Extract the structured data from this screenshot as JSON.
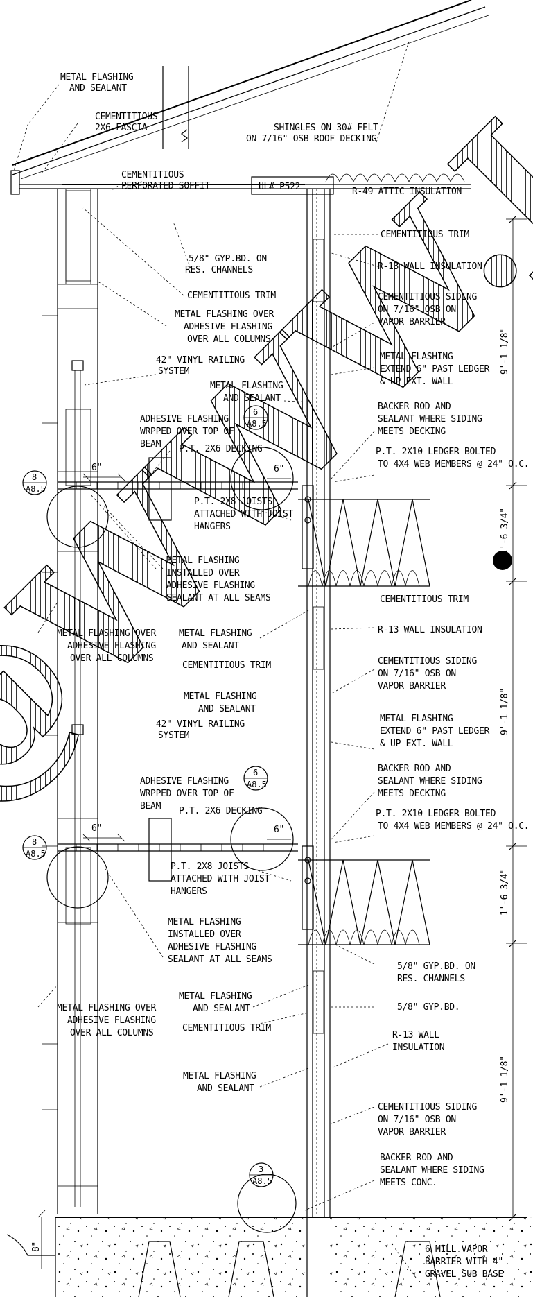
{
  "labels": {
    "metal_flashing_sealant_top_1": "METAL FLASHING",
    "metal_flashing_sealant_top_2": "AND SEALANT",
    "fascia_1": "CEMENTITIOUS",
    "fascia_2": "2X6 FASCIA",
    "shingles_1": "SHINGLES ON 30# FELT",
    "shingles_2": "ON 7/16\" OSB ROOF DECKING",
    "soffit_1": "CEMENTITIOUS",
    "soffit_2": "PERFORATED SOFFIT",
    "ul": "UL# P522",
    "attic": "R-49 ATTIC INSULATION",
    "trim_top": "CEMENTITIOUS TRIM",
    "gyp_res_1": "5/8\" GYP.BD. ON",
    "gyp_res_2": "RES. CHANNELS",
    "r13_top": "R-13 WALL INSULATION",
    "trim_col": "CEMENTITIOUS TRIM",
    "siding_1a": "CEMENTITIOUS SIDING",
    "siding_1b": "ON 7/16\" OSB ON",
    "siding_1c": "VAPOR BARRIER",
    "mf_over_cols_1a": "METAL FLASHING OVER",
    "mf_over_cols_1b": "ADHESIVE FLASHING",
    "mf_over_cols_1c": "OVER ALL COLUMNS",
    "railing_1a": "42\" VINYL RAILING",
    "railing_1b": "SYSTEM",
    "mf_extend_1a": "METAL FLASHING",
    "mf_extend_1b": "EXTEND 6\" PAST LEDGER",
    "mf_extend_1c": "& UP EXT. WALL",
    "mf_sealant_2a": "METAL FLASHING",
    "mf_sealant_2b": "AND SEALANT",
    "backer_1a": "BACKER ROD AND",
    "backer_1b": "SEALANT WHERE SIDING",
    "backer_1c": "MEETS DECKING",
    "adh_wrap_1a": "ADHESIVE FLASHING",
    "adh_wrap_1b": "WRPPED OVER TOP OF",
    "adh_wrap_1c": "BEAM",
    "decking_1": "P.T. 2X6 DECKING",
    "ledger_1a": "P.T.    2X10 LEDGER BOLTED",
    "ledger_1b": "TO 4X4 WEB MEMBERS @ 24\" O.C.",
    "joists_1a": "P.T. 2X8 JOISTS",
    "joists_1b": "ATTACHED WITH JOIST",
    "joists_1c": "HANGERS",
    "mf_inst_1a": "METAL FLASHING",
    "mf_inst_1b": "INSTALLED OVER",
    "mf_inst_1c": "ADHESIVE FLASHING",
    "mf_inst_1d": "SEALANT AT ALL SEAMS",
    "trim_2": "CEMENTITIOUS TRIM",
    "r13_2": "R-13 WALL INSULATION",
    "mf_over_cols_2a": "METAL FLASHING OVER",
    "mf_over_cols_2b": "ADHESIVE FLASHING",
    "mf_over_cols_2c": "OVER ALL COLUMNS",
    "mf_sealant_3a": "METAL FLASHING",
    "mf_sealant_3b": "AND SEALANT",
    "trim_3": "CEMENTITIOUS TRIM",
    "siding_2a": "CEMENTITIOUS SIDING",
    "siding_2b": "ON 7/16\" OSB ON",
    "siding_2c": "VAPOR BARRIER",
    "mf_sealant_4a": "METAL FLASHING",
    "mf_sealant_4b": "AND SEALANT",
    "railing_2a": "42\" VINYL RAILING",
    "railing_2b": "SYSTEM",
    "mf_extend_2a": "METAL FLASHING",
    "mf_extend_2b": "EXTEND 6\" PAST LEDGER",
    "mf_extend_2c": "& UP EXT. WALL",
    "backer_2a": "BACKER ROD AND",
    "backer_2b": "SEALANT WHERE SIDING",
    "backer_2c": "MEETS DECKING",
    "adh_wrap_2a": "ADHESIVE FLASHING",
    "adh_wrap_2b": "WRPPED OVER TOP OF",
    "adh_wrap_2c": "BEAM",
    "decking_2": "P.T. 2X6 DECKING",
    "ledger_2a": "P.T.    2X10 LEDGER BOLTED",
    "ledger_2b": "TO 4X4 WEB MEMBERS @ 24\" O.C.",
    "joists_2a": "P.T. 2X8 JOISTS",
    "joists_2b": "ATTACHED WITH JOIST",
    "joists_2c": "HANGERS",
    "mf_inst_2a": "METAL FLASHING",
    "mf_inst_2b": "INSTALLED OVER",
    "mf_inst_2c": "ADHESIVE FLASHING",
    "mf_inst_2d": "SEALANT AT ALL SEAMS",
    "gyp_res_3a": "5/8\" GYP.BD. ON",
    "gyp_res_3b": "RES. CHANNELS",
    "mf_sealant_5a": "METAL FLASHING",
    "mf_sealant_5b": "AND SEALANT",
    "gyp_3": "5/8\" GYP.BD.",
    "mf_over_cols_3a": "METAL FLASHING OVER",
    "mf_over_cols_3b": "ADHESIVE FLASHING",
    "mf_over_cols_3c": "OVER ALL COLUMNS",
    "trim_4": "CEMENTITIOUS TRIM",
    "r13_3a": "R-13 WALL",
    "r13_3b": "INSULATION",
    "mf_sealant_6a": "METAL FLASHING",
    "mf_sealant_6b": "AND SEALANT",
    "siding_3a": "CEMENTITIOUS SIDING",
    "siding_3b": "ON 7/16\" OSB ON",
    "siding_3c": "VAPOR BARRIER",
    "backer_3a": "BACKER ROD AND",
    "backer_3b": "SEALANT WHERE SIDING",
    "backer_3c": "MEETS CONC.",
    "vapor_1": "6 MILL VAPOR",
    "vapor_2": "BARRIER WITH 4\"",
    "vapor_3": "GRAVEL SUB BASE"
  },
  "dimensions": {
    "dim_6in": "6\"",
    "dim_6in_b": "6\"",
    "dim_6in_c": "6\"",
    "dim_6in_d": "6\"",
    "dim_8in": "8\"",
    "story_1": "9'-1 1/8\"",
    "story_2": "9'-1 1/8\"",
    "story_3": "9'-1 1/8\"",
    "floor_1": "1'-6 3/4\"",
    "floor_2": "1'-6 3/4\""
  },
  "callouts": {
    "c1_num": "8",
    "c1_sheet": "A8.5",
    "c2_num": "6",
    "c2_sheet": "A8.5",
    "c3_num": "8",
    "c3_sheet": "A8.5",
    "c4_num": "6",
    "c4_sheet": "A8.5",
    "c5_num": "3",
    "c5_sheet": "A8.5"
  },
  "watermark": {
    "text": "@WWW.J"
  }
}
